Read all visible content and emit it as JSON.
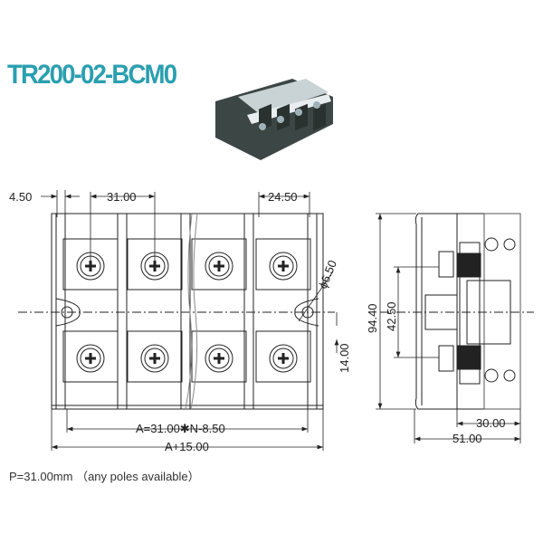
{
  "title": "TR200-02-BCM0",
  "dimensions": {
    "pitch_offset": "4.50",
    "pitch": "31.00",
    "end_offset": "24.50",
    "hole_diameter": "ϕ6.50",
    "hole_offset": "14.00",
    "length_a": "A=31.00✱N-8.50",
    "length_total": "A+15.00",
    "height_total": "94.40",
    "screw_spacing": "42.50",
    "depth_inner": "30.00",
    "depth_total": "51.00"
  },
  "footer": "P=31.00mm （any poles available）",
  "colors": {
    "title": "#2a9fb0",
    "line": "#222222"
  }
}
